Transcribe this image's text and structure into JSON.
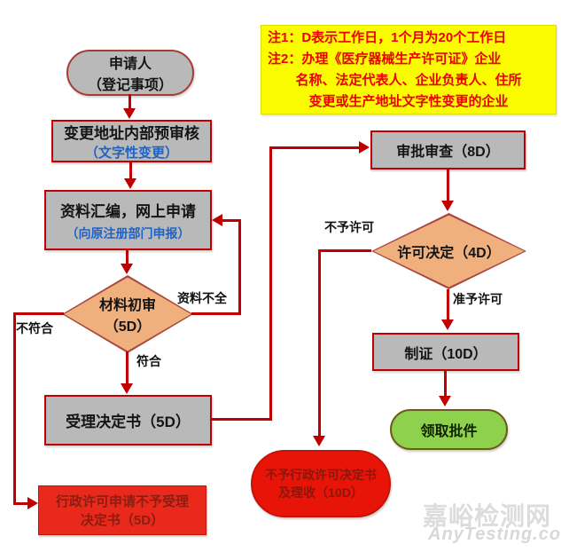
{
  "flowchart": {
    "nodes": {
      "applicant": {
        "line1": "申请人",
        "line2": "（登记事项）"
      },
      "pre_review": {
        "line1": "变更地址内部预审核",
        "line2": "（文字性变更）"
      },
      "compile": {
        "line1": "资料汇编，网上申请",
        "line2": "（向原注册部门申报）"
      },
      "initial_review": {
        "line1": "材料初审",
        "line2": "（5D）"
      },
      "acceptance": {
        "label": "受理决定书（5D）"
      },
      "rejection_notice": {
        "line1": "行政许可申请不予受理",
        "line2": "决定书（5D）"
      },
      "approval_review": {
        "label": "审批审查（8D）"
      },
      "license_decision": {
        "label": "许可决定（4D）"
      },
      "certificate": {
        "label": "制证（10D）"
      },
      "receive_approval": {
        "label": "领取批件"
      },
      "no_license_notice": {
        "line1": "不予行政许可决定书",
        "line2": "及理收（10D）"
      }
    },
    "edge_labels": {
      "incomplete": "资料不全",
      "not_conform": "不符合",
      "conform": "符合",
      "no_permit": "不予许可",
      "permit": "准予许可"
    }
  },
  "note": {
    "line1": "注1：D表示工作日，1个月为20个工作日",
    "line2": "注2：办理《医疗器械生产许可证》企业",
    "line3": "名称、法定代表人、企业负责人、住所",
    "line4": "变更或生产地址文字性变更的企业"
  },
  "watermark": {
    "cn": "嘉峪检测网",
    "en": "AnyTesting.com"
  },
  "colors": {
    "arrow": "#c00000",
    "gray_fill": "#b9b9b9",
    "diamond_fill": "#f0b07e",
    "note_bg": "#fbfb02",
    "note_text": "#ec0000",
    "green_fill": "#8ed14d",
    "red_fill": "#e8291c",
    "dark_red_text": "#8c1d12",
    "blue_text": "#1e62c8"
  }
}
